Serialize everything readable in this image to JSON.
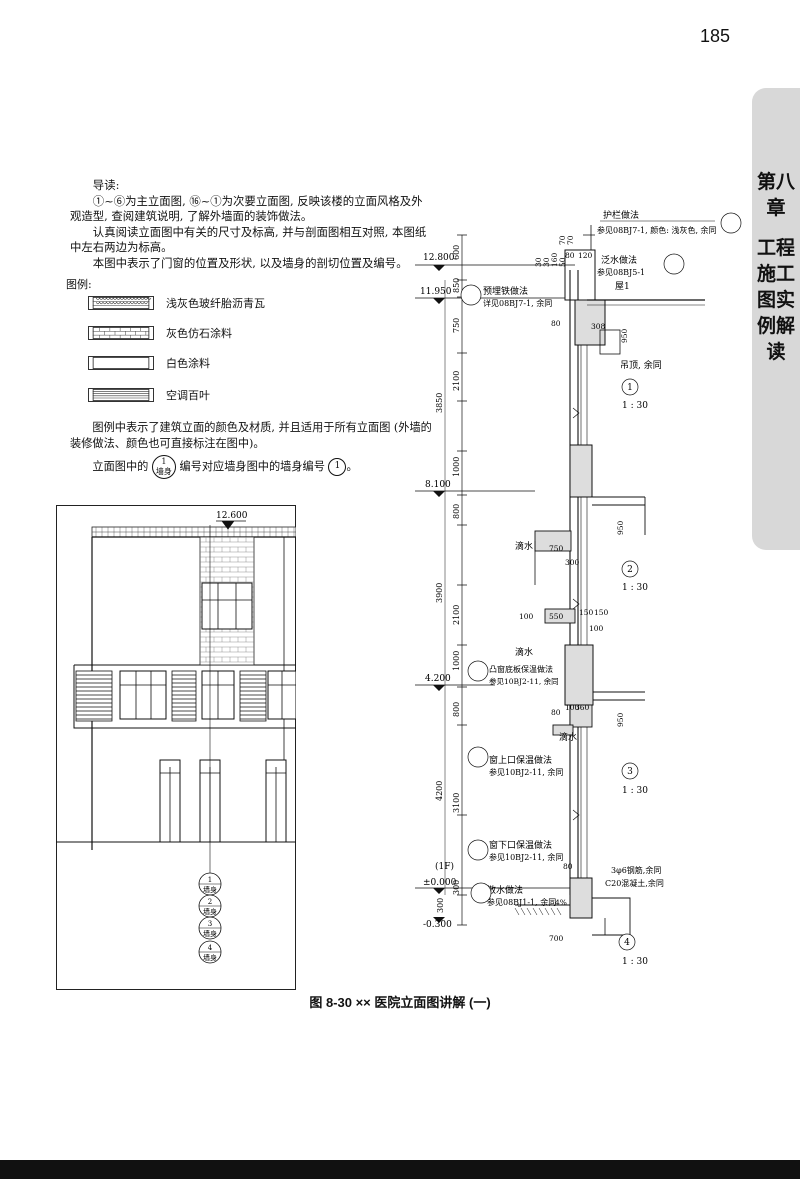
{
  "page_number": "185",
  "side_tab": {
    "chapter": "第八章",
    "title": "工程施工图实例解读"
  },
  "intro": {
    "heading": "导读:",
    "p1": "①~⑥为主立面图, ⑯~①为次要立面图, 反映该楼的立面风格及外观造型, 查阅建筑说明, 了解外墙面的装饰做法。",
    "p2": "认真阅读立面图中有关的尺寸及标高, 并与剖面图相互对照, 本图纸中左右两边为标高。",
    "p3": "本图中表示了门窗的位置及形状, 以及墙身的剖切位置及编号。"
  },
  "legend": {
    "title": "图例:",
    "items": [
      {
        "label": "浅灰色玻纤胎沥青瓦"
      },
      {
        "label": "灰色仿石涂料"
      },
      {
        "label": "白色涂料"
      },
      {
        "label": "空调百叶"
      }
    ]
  },
  "legend_note": "图例中表示了建筑立面的颜色及材质, 并且适用于所有立面图 (外墙的装修做法、颜色也可直接标注在图中)。",
  "ref_line": {
    "prefix": "立面图中的",
    "mid": "编号对应墙身图中的墙身编号",
    "suffix": "。",
    "sym_top": "1",
    "sym_bottom": "墙身",
    "sym_circle": "1"
  },
  "elevation": {
    "top_level": "12.600",
    "markers": [
      {
        "num": "1",
        "label": "墙身"
      },
      {
        "num": "2",
        "label": "墙身"
      },
      {
        "num": "3",
        "label": "墙身"
      },
      {
        "num": "4",
        "label": "墙身"
      }
    ]
  },
  "section": {
    "levels": [
      "12.800",
      "11.950",
      "8.100",
      "4.200",
      "(1F)",
      "±0.000",
      "-0.300"
    ],
    "dims": [
      "600",
      "850",
      "750",
      "2100",
      "3850",
      "1000",
      "800",
      "3900",
      "2100",
      "1000",
      "800",
      "4200",
      "3100",
      "300",
      "300"
    ],
    "notes": {
      "parapet_title": "护栏做法",
      "parapet_ref": "参见08BJ7-1, 颜色: 浅灰色, 余同",
      "flashing_title": "泛水做法",
      "flashing_ref": "参见08BJ5-1",
      "roof": "屋1",
      "embed_title": "预埋铁做法",
      "embed_ref": "详见08BJ7-1, 余同",
      "ceiling": "吊顶, 余同",
      "drip1": "滴水",
      "drip2": "滴水",
      "drip3": "滴水",
      "bay_title": "凸窗底板保温做法",
      "bay_ref": "参见10BJ2-11, 余同",
      "lintel_title": "窗上口保温做法",
      "lintel_ref": "参见10BJ2-11, 余同",
      "sill_title": "窗下口保温做法",
      "sill_ref": "参见10BJ2-11, 余同",
      "rebar": "3φ6钢筋,余同",
      "concrete": "C20混凝土,余同",
      "apron_title": "散水做法",
      "apron_ref": "参见08BJ1-1, 余同"
    },
    "small_dims": [
      "30",
      "30",
      "160",
      "70",
      "50",
      "70",
      "80",
      "120",
      "80",
      "308",
      "950",
      "750",
      "300",
      "950",
      "100",
      "550",
      "150",
      "150",
      "100",
      "80",
      "100",
      "360",
      "950",
      "80",
      "700",
      "4%"
    ],
    "scale": "1 : 30",
    "detail_nums": [
      "1",
      "2",
      "3",
      "4"
    ]
  },
  "caption": "图 8-30 ×× 医院立面图讲解 (一)"
}
